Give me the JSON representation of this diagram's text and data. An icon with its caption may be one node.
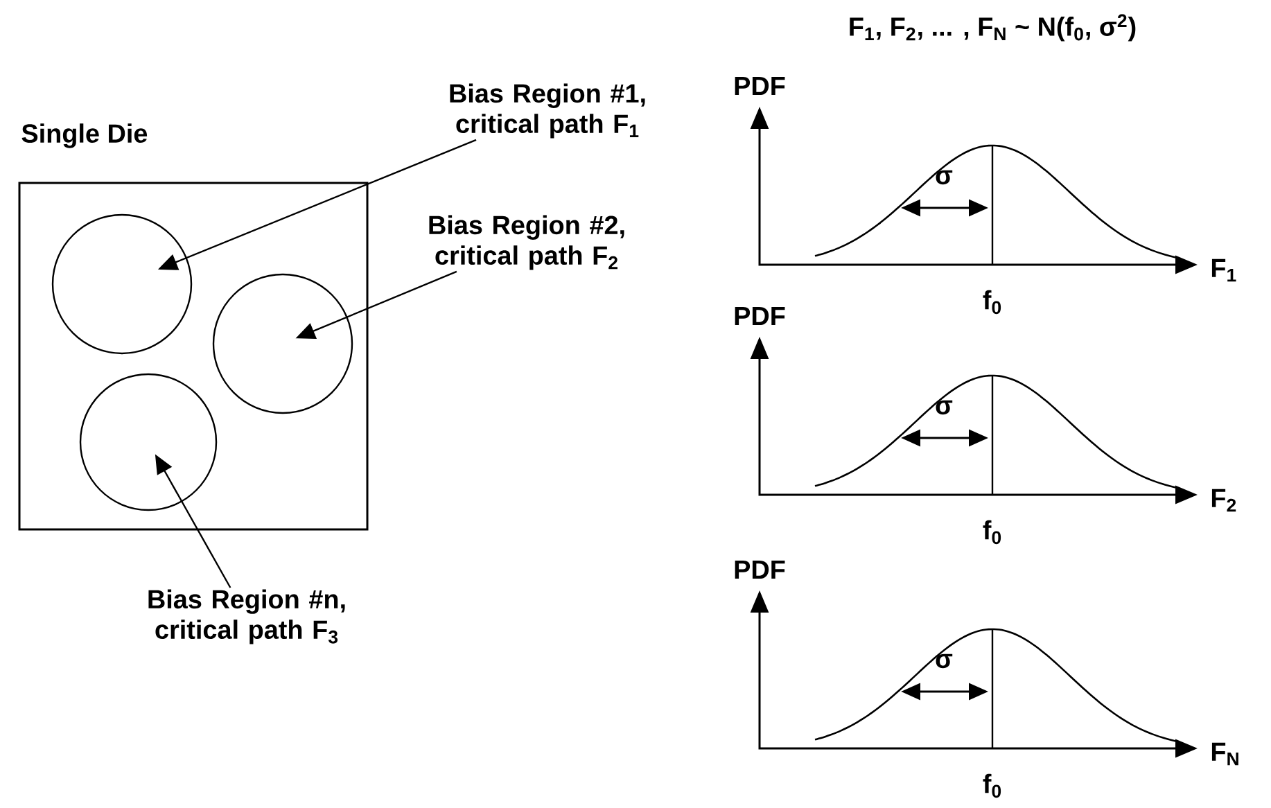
{
  "diagram": {
    "title": "F$_{1}$, F$_{2}$, ... , F$_{N}$ ~ N(f$_{0}$, σ$^{2}$)",
    "nodes": [
      {
        "text": [
          "Single Die"
        ]
      },
      {
        "text": [],
        "shape": "circle",
        "in": 0
      },
      {
        "text": [],
        "shape": "circle",
        "in": 0
      },
      {
        "text": [],
        "shape": "circle",
        "in": 0
      },
      {
        "text": [
          "Bias Region #1, critical path F$_{1}$"
        ]
      },
      {
        "text": [
          "Bias Region #2, critical path F$_{2}$"
        ]
      },
      {
        "text": [
          "Bias Region #n, critical path F$_{3}$"
        ]
      }
    ],
    "edges": [
      {
        "from": 4,
        "to": 1,
        "arrow": "to"
      },
      {
        "from": 5,
        "to": 2,
        "arrow": "to"
      },
      {
        "from": 6,
        "to": 3,
        "arrow": "to"
      }
    ],
    "labels": [
      "PDF",
      "σ",
      "F$_{1}$",
      "f$_{0}$",
      "PDF",
      "σ",
      "F$_{2}$",
      "f$_{0}$",
      "PDF",
      "σ",
      "F$_{N}$",
      "f$_{0}$"
    ]
  }
}
